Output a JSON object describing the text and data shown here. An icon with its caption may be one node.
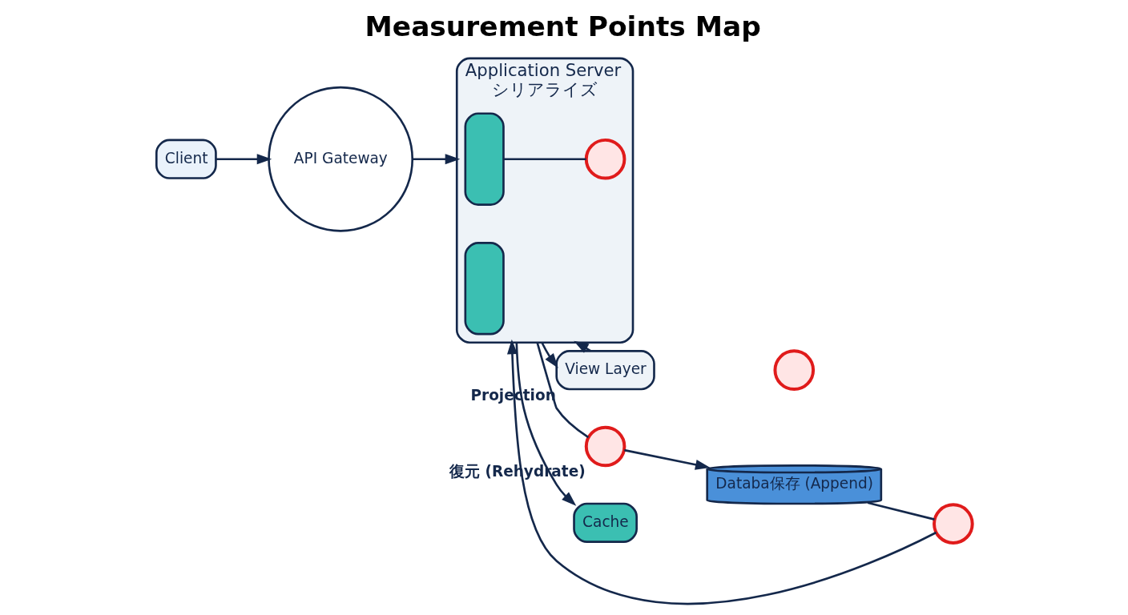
{
  "diagram": {
    "title": "Measurement Points Map",
    "nodes": [
      {
        "text": [
          "Client"
        ]
      },
      {
        "text": [
          "API Gateway"
        ]
      },
      {
        "text": [
          "Application Server",
          "シリアライズ"
        ]
      },
      {
        "text": [],
        "shape": "box",
        "in": 2
      },
      {
        "text": [],
        "shape": "circle",
        "in": 2
      },
      {
        "text": [],
        "shape": "box",
        "in": 2
      },
      {
        "text": [
          "View Layer"
        ],
        "beside": [
          "Projection"
        ]
      },
      {
        "text": [],
        "shape": "circle"
      },
      {
        "text": [],
        "shape": "circle",
        "beside": [
          "復元 (Rehydrate)"
        ]
      },
      {
        "text": [],
        "shape": "circle"
      },
      {
        "text": [
          "Databa保存 (Append)"
        ]
      },
      {
        "text": [
          "Cache"
        ]
      }
    ],
    "edges": [
      {
        "from": 0,
        "to": 1,
        "arrow": "to"
      },
      {
        "from": 1,
        "to": 2,
        "arrow": "to"
      },
      {
        "from": 3,
        "to": 4,
        "arrow": "none"
      },
      {
        "from": 2,
        "to": 6,
        "arrow": "to"
      },
      {
        "from": 6,
        "to": 2,
        "arrow": "to"
      },
      {
        "from": 2,
        "to": 11,
        "arrow": "to"
      },
      {
        "from": 2,
        "to": 8,
        "arrow": "none"
      },
      {
        "from": 8,
        "to": 10,
        "arrow": "to"
      },
      {
        "from": 10,
        "to": 9,
        "arrow": "none"
      },
      {
        "from": 9,
        "to": 2,
        "arrow": "to"
      }
    ]
  }
}
